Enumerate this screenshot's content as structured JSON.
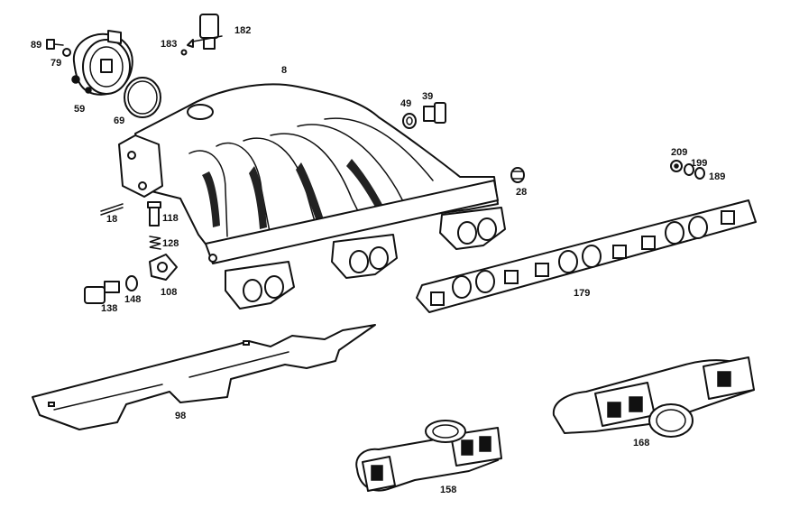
{
  "callouts": {
    "p89": "89",
    "p79": "79",
    "p59": "59",
    "p69": "69",
    "p183": "183",
    "p182": "182",
    "p8": "8",
    "p49": "49",
    "p39": "39",
    "p28": "28",
    "p209": "209",
    "p199": "199",
    "p189": "189",
    "p18": "18",
    "p118": "118",
    "p128": "128",
    "p108": "108",
    "p138": "138",
    "p148": "148",
    "p179": "179",
    "p98": "98",
    "p168": "168",
    "p158": "158"
  }
}
